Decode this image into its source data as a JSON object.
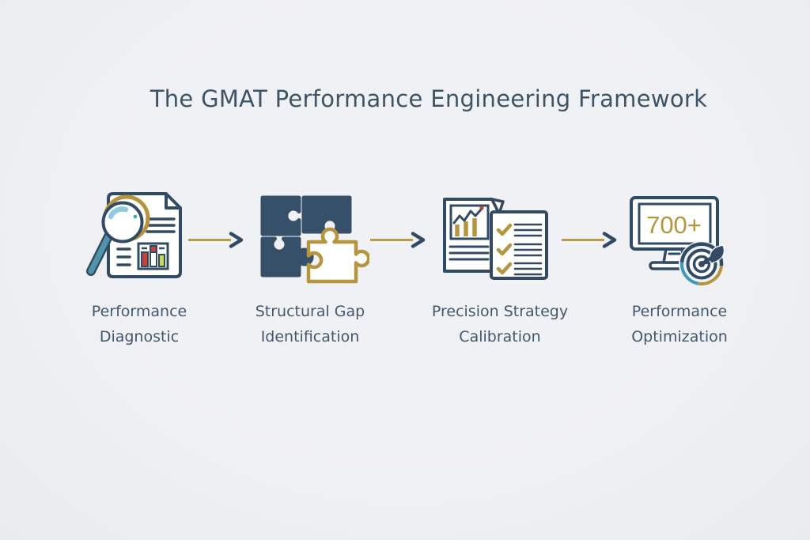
{
  "title": "The GMAT Performance Engineering Framework",
  "colors": {
    "background": "#eef0f4",
    "navy": "#37506a",
    "gold": "#b5953e",
    "teal": "#4f96ad",
    "red": "#c0443c",
    "green": "#ccd94e",
    "text": "#42586c"
  },
  "steps": [
    {
      "icon": "magnifier-document-icon",
      "label_line1": "Performance",
      "label_line2": "Diagnostic"
    },
    {
      "icon": "puzzle-pieces-icon",
      "label_line1": "Structural Gap",
      "label_line2": "Identification"
    },
    {
      "icon": "chart-checklist-icon",
      "label_line1": "Precision Strategy",
      "label_line2": "Calibration"
    },
    {
      "icon": "monitor-target-icon",
      "label_line1": "Performance",
      "label_line2": "Optimization",
      "screen_text": "700+"
    }
  ]
}
